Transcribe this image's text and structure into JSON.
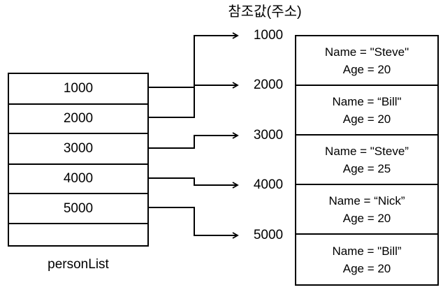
{
  "title": "참조값(주소)",
  "person_list": {
    "label": "personList",
    "cells": [
      "1000",
      "2000",
      "3000",
      "4000",
      "5000",
      ""
    ]
  },
  "addresses": [
    "1000",
    "2000",
    "3000",
    "4000",
    "5000"
  ],
  "objects": [
    {
      "name_line": "Name = \"Steve\"",
      "age_line": "Age = 20"
    },
    {
      "name_line": "Name = “Bill\"",
      "age_line": "Age = 20"
    },
    {
      "name_line": "Name = \"Steve”",
      "age_line": "Age = 25"
    },
    {
      "name_line": "Name = “Nick”",
      "age_line": "Age = 20"
    },
    {
      "name_line": "Name = \"Bill”",
      "age_line": "Age = 20"
    }
  ],
  "connections": [
    {
      "from_cell": "1000",
      "to_address": "1000"
    },
    {
      "from_cell": "2000",
      "to_address": "2000"
    },
    {
      "from_cell": "3000",
      "to_address": "3000"
    },
    {
      "from_cell": "4000",
      "to_address": "4000"
    },
    {
      "from_cell": "5000",
      "to_address": "5000"
    }
  ],
  "colors": {
    "line": "#000000",
    "text": "#000000",
    "background": "#ffffff"
  }
}
